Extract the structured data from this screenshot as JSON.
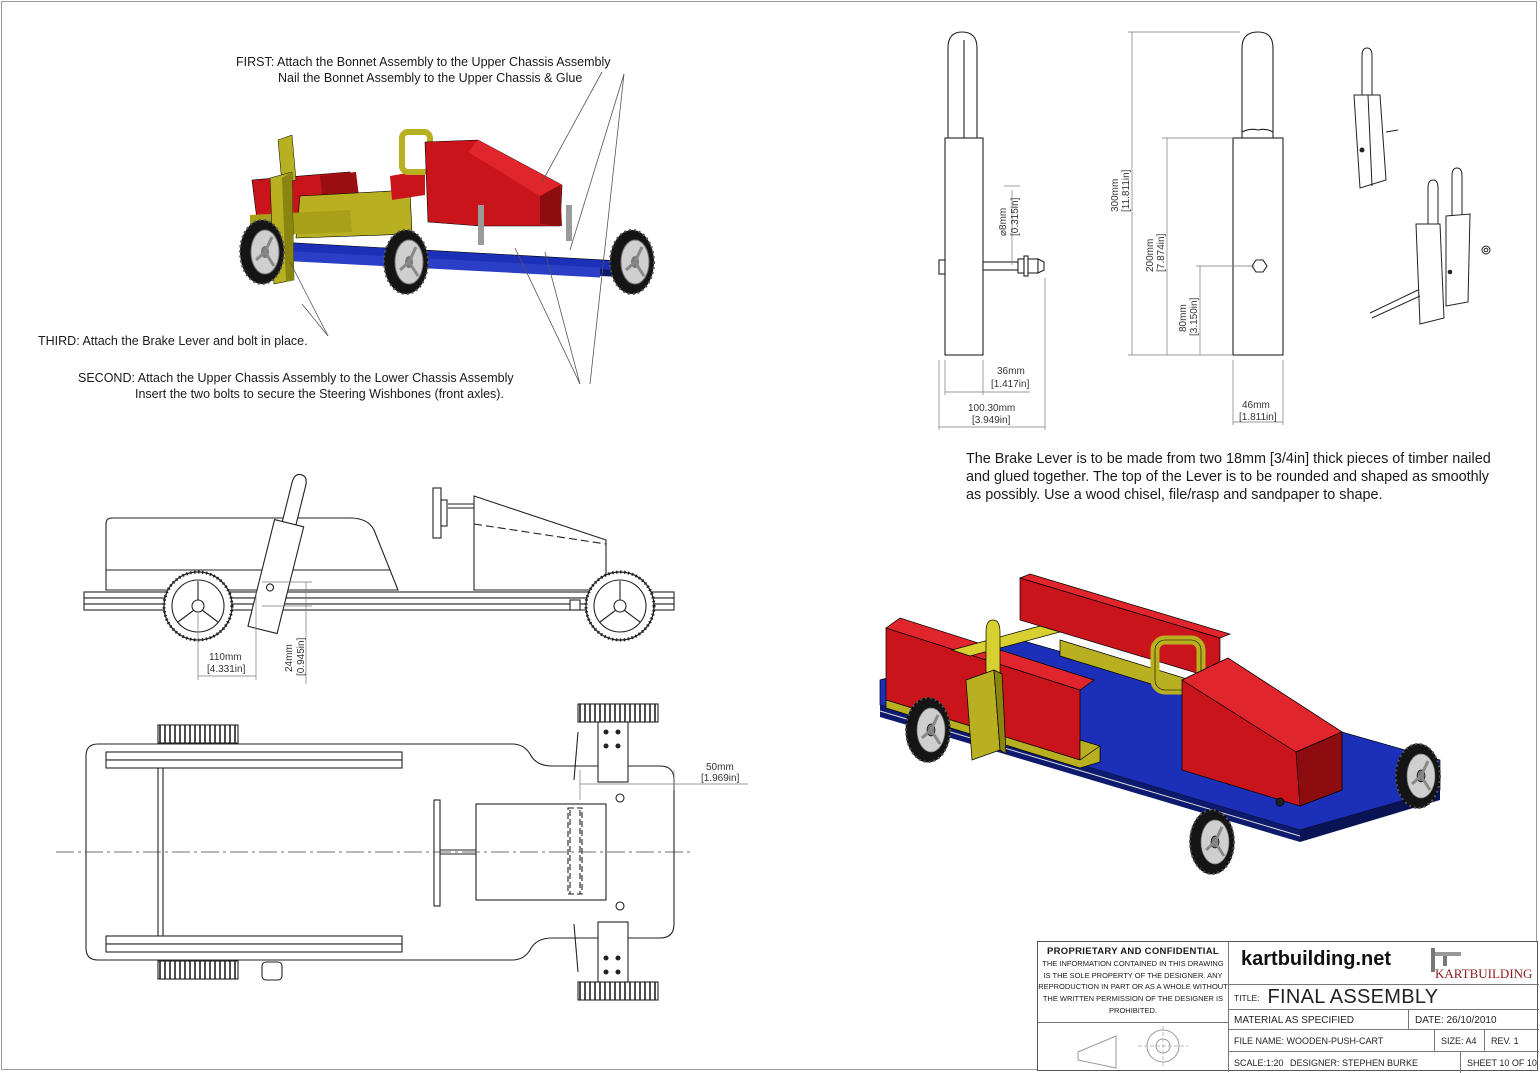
{
  "notes": {
    "first_line1": "FIRST: Attach the Bonnet Assembly to the Upper Chassis Assembly",
    "first_line2": "Nail the Bonnet Assembly to the Upper Chassis & Glue",
    "third": "THIRD: Attach the Brake Lever and bolt in place.",
    "second_line1": "SECOND: Attach the Upper Chassis Assembly to the Lower Chassis Assembly",
    "second_line2": "Insert the two bolts to secure the Steering Wishbones (front axles)."
  },
  "brake_lever_description": "The Brake Lever is to be made from two 18mm [3/4in] thick pieces of timber nailed and glued together. The top of the Lever is to be rounded and shaped as smoothly as possibly. Use a wood chisel, file/rasp and sandpaper to shape.",
  "dimensions": {
    "bolt_dia_mm": "⌀8mm",
    "bolt_dia_in": "[0.315in]",
    "width36_mm": "36mm",
    "width36_in": "[1.417in]",
    "overall100_mm": "100.30mm",
    "overall100_in": "[3.949in]",
    "height300_mm": "300mm",
    "height300_in": "[11.811in]",
    "height200_mm": "200mm",
    "height200_in": "[7.874in]",
    "height80_mm": "80mm",
    "height80_in": "[3.150in]",
    "width46_mm": "46mm",
    "width46_in": "[1.811in]",
    "side110_mm": "110mm",
    "side110_in": "[4.331in]",
    "side24_mm": "24mm",
    "side24_in": "[0.945in]",
    "top50_mm": "50mm",
    "top50_in": "[1.969in]"
  },
  "title_block": {
    "proprietary_heading": "PROPRIETARY AND CONFIDENTIAL",
    "proprietary_body": "THE INFORMATION CONTAINED IN THIS DRAWING IS THE SOLE PROPERTY OF THE DESIGNER.  ANY REPRODUCTION IN PART OR AS A WHOLE WITHOUT THE WRITTEN PERMISSION OF THE DESIGNER IS PROHIBITED.",
    "site": "kartbuilding.net",
    "logo_text": "KARTBUILDING",
    "title_label": "TITLE:",
    "title_value": "FINAL ASSEMBLY",
    "material": "MATERIAL AS SPECIFIED",
    "date": "DATE:  26/10/2010",
    "file_name": "FILE NAME: WOODEN-PUSH-CART",
    "size": "SIZE: A4",
    "rev": "REV.  1",
    "scale": "SCALE:1:20",
    "designer": "DESIGNER: STEPHEN BURKE",
    "sheet": "SHEET 10 OF 10"
  },
  "colors": {
    "red": "#c8141a",
    "yellow": "#b8b020",
    "blue": "#1c2fb8",
    "wheel": "#1a1a1a",
    "hub": "#d0d0d0"
  }
}
